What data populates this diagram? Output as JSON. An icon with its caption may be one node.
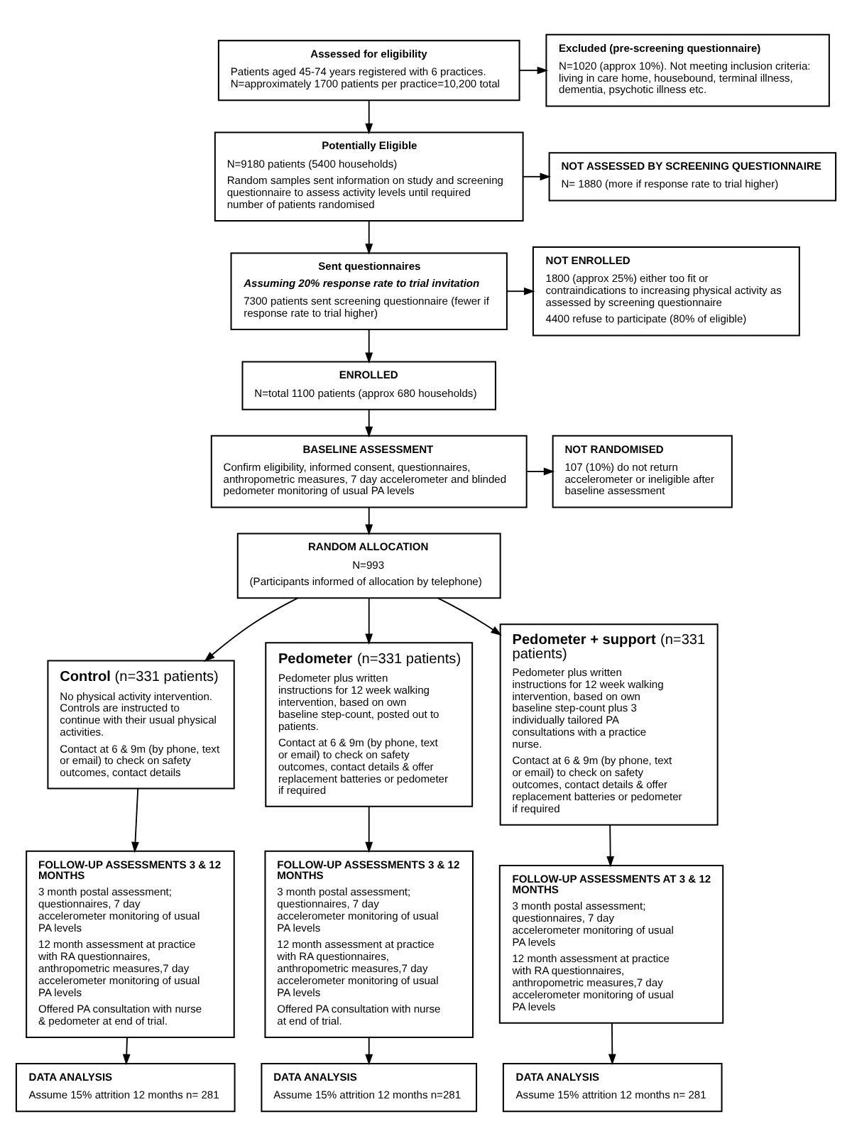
{
  "diagram": {
    "nodes": [
      {
        "text": [
          "Assessed for eligibility",
          "Patients aged 45-74 years registered with 6 practices. N=approximately 1700 patients per practice=10,200 total"
        ]
      },
      {
        "text": [
          "Excluded (pre-screening questionnaire)",
          "N=1020 (approx 10%). Not meeting inclusion criteria: living in care home, housebound, terminal illness, dementia, psychotic illness etc."
        ]
      },
      {
        "text": [
          "Potentially Eligible",
          "N=9180 patients (5400 households)",
          "Random samples sent information on study and screening questionnaire to assess activity levels until required number of patients randomised"
        ]
      },
      {
        "text": [
          "NOT ASSESSED BY SCREENING QUESTIONNAIRE",
          "N= 1880 (more if response rate to trial higher)"
        ]
      },
      {
        "text": [
          "Sent questionnaires",
          "Assuming 20% response rate to trial invitation",
          "7300 patients sent screening questionnaire (fewer if response rate to trial higher)"
        ]
      },
      {
        "text": [
          "NOT ENROLLED",
          "1800 (approx 25%) either too fit or contraindications to increasing physical activity as assessed by screening questionnaire",
          "4400 refuse to participate (80% of eligible)"
        ]
      },
      {
        "text": [
          "ENROLLED",
          "N=total 1100 patients (approx 680 households)"
        ]
      },
      {
        "text": [
          "BASELINE ASSESSMENT",
          "Confirm eligibility, informed consent, questionnaires, anthropometric measures, 7 day accelerometer and blinded pedometer monitoring of usual PA levels"
        ]
      },
      {
        "text": [
          "NOT RANDOMISED",
          "107 (10%) do not return accelerometer or ineligible after baseline assessment"
        ]
      },
      {
        "text": [
          "RANDOM ALLOCATION",
          "N=993",
          "(Participants informed of allocation by telephone)"
        ]
      },
      {
        "text": [
          "**Control** (n=331 patients)",
          "No physical activity intervention. Controls are instructed to continue with their usual physical activities.",
          "Contact at 6 & 9m (by phone, text or email) to check on safety outcomes, contact details"
        ]
      },
      {
        "text": [
          "**Pedometer** (n=331 patients)",
          "Pedometer plus written instructions for 12 week walking intervention, based on own baseline step-count, posted out to patients.",
          "Contact at 6 & 9m (by phone, text or email) to check on safety outcomes, contact details & offer replacement batteries or pedometer if required"
        ]
      },
      {
        "text": [
          "**Pedometer + support** (n=331 patients)",
          "Pedometer plus written instructions for 12 week walking intervention, based on own baseline step-count plus 3 individually tailored PA consultations with a practice nurse.",
          "Contact at 6 & 9m (by phone, text or email) to check on safety outcomes, contact details & offer replacement batteries or pedometer if required"
        ]
      },
      {
        "text": [
          "FOLLOW-UP ASSESSMENTS 3 & 12 MONTHS",
          "3 month postal assessment; questionnaires, 7 day accelerometer monitoring of usual PA levels",
          "12 month assessment at practice with RA questionnaires, anthropometric measures,7 day accelerometer monitoring of usual PA levels",
          "Offered PA consultation with nurse & pedometer at end of trial."
        ]
      },
      {
        "text": [
          "FOLLOW-UP ASSESSMENTS 3 & 12 MONTHS",
          "3 month postal assessment; questionnaires, 7 day accelerometer monitoring of usual PA levels",
          "12 month assessment at practice with RA questionnaires, anthropometric measures,7 day accelerometer monitoring of usual PA levels",
          "Offered PA consultation with nurse at end of trial."
        ]
      },
      {
        "text": [
          "FOLLOW-UP ASSESSMENTS AT 3 & 12 MONTHS",
          "3 month postal assessment; questionnaires, 7 day accelerometer monitoring of usual PA levels",
          "12 month assessment at practice with RA questionnaires, anthropometric measures,7 day accelerometer monitoring of usual PA levels"
        ]
      },
      {
        "text": [
          "DATA ANALYSIS",
          "Assume 15% attrition 12 months n= 281"
        ]
      },
      {
        "text": [
          "DATA ANALYSIS",
          "Assume 15% attrition 12 months n=281"
        ]
      },
      {
        "text": [
          "DATA ANALYSIS",
          "Assume 15% attrition 12 months n= 281"
        ]
      }
    ],
    "edges": [
      {
        "from": 0,
        "to": 2,
        "arrow": "to"
      },
      {
        "from": 0,
        "to": 1,
        "arrow": "to"
      },
      {
        "from": 2,
        "to": 3,
        "arrow": "to"
      },
      {
        "from": 2,
        "to": 4,
        "arrow": "to"
      },
      {
        "from": 4,
        "to": 5,
        "arrow": "to"
      },
      {
        "from": 4,
        "to": 6,
        "arrow": "to"
      },
      {
        "from": 6,
        "to": 7,
        "arrow": "to"
      },
      {
        "from": 7,
        "to": 8,
        "arrow": "to"
      },
      {
        "from": 7,
        "to": 9,
        "arrow": "to"
      },
      {
        "from": 9,
        "to": 10,
        "arrow": "to"
      },
      {
        "from": 9,
        "to": 11,
        "arrow": "to"
      },
      {
        "from": 9,
        "to": 12,
        "arrow": "to"
      },
      {
        "from": 10,
        "to": 13,
        "arrow": "to"
      },
      {
        "from": 11,
        "to": 14,
        "arrow": "to"
      },
      {
        "from": 12,
        "to": 15,
        "arrow": "to"
      },
      {
        "from": 13,
        "to": 16,
        "arrow": "to"
      },
      {
        "from": 14,
        "to": 17,
        "arrow": "to"
      },
      {
        "from": 15,
        "to": 18,
        "arrow": "to"
      }
    ]
  }
}
